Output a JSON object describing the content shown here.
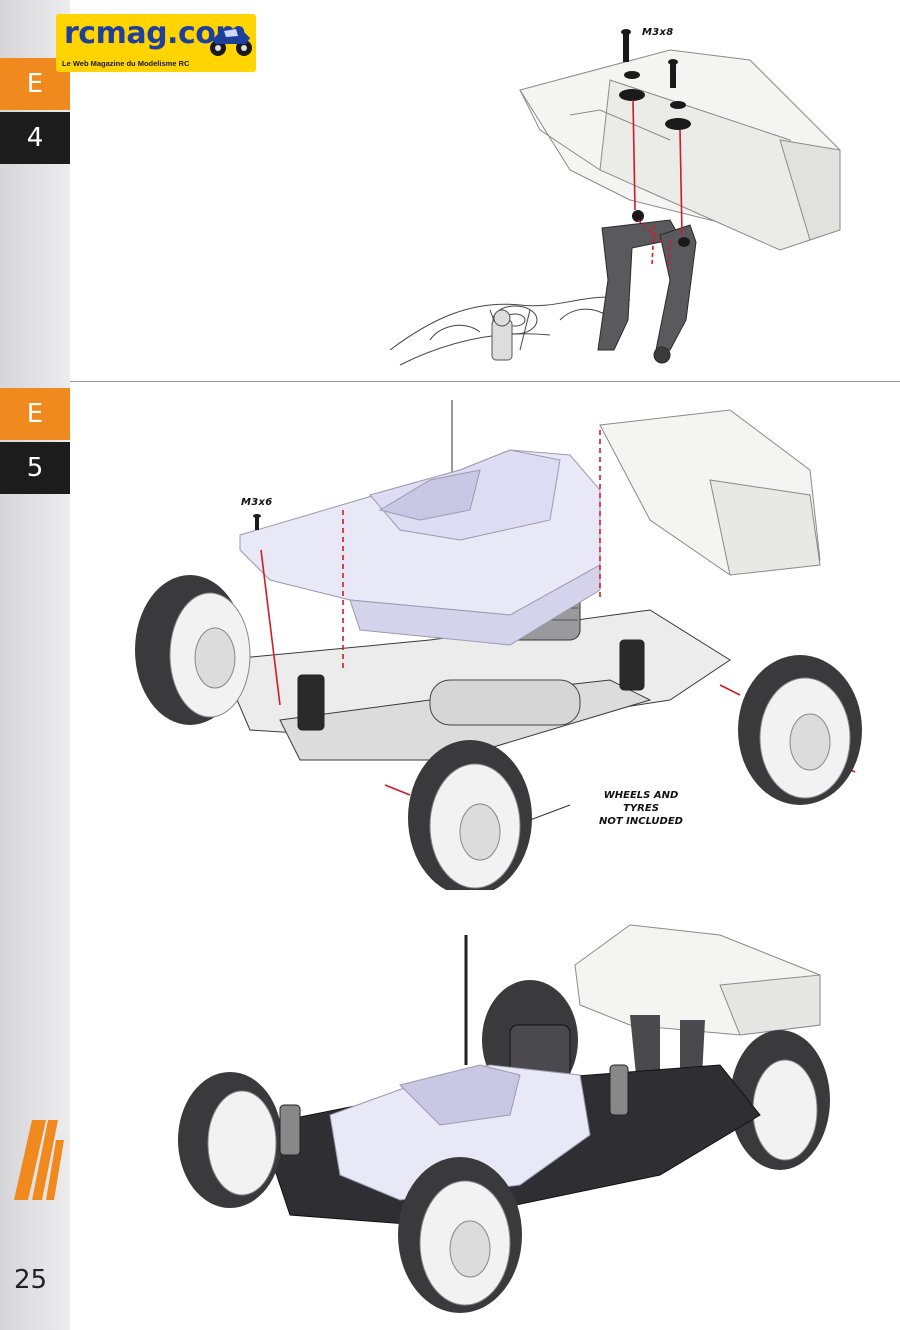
{
  "header": {
    "logo_text": "rcmag.com",
    "logo_tagline": "Le Web Magazine du Modelisme RC"
  },
  "steps": [
    {
      "letter": "E",
      "number": "4"
    },
    {
      "letter": "E",
      "number": "5"
    }
  ],
  "labels": {
    "wing_screw": "M3x8",
    "body_screw": "M3x6",
    "wheels_note_line1": "WHEELS AND",
    "wheels_note_line2": "TYRES",
    "wheels_note_line3": "NOT INCLUDED"
  },
  "footer": {
    "page_number": "25"
  },
  "colors": {
    "accent_orange": "#f08a1e",
    "tab_dark": "#1c1c1c",
    "logo_yellow": "#ffd400",
    "logo_blue": "#1f3f9c",
    "guide_red": "#d11a2a",
    "body_lavender": "#e9e8f7",
    "tyre_dark": "#3a3a3c"
  }
}
